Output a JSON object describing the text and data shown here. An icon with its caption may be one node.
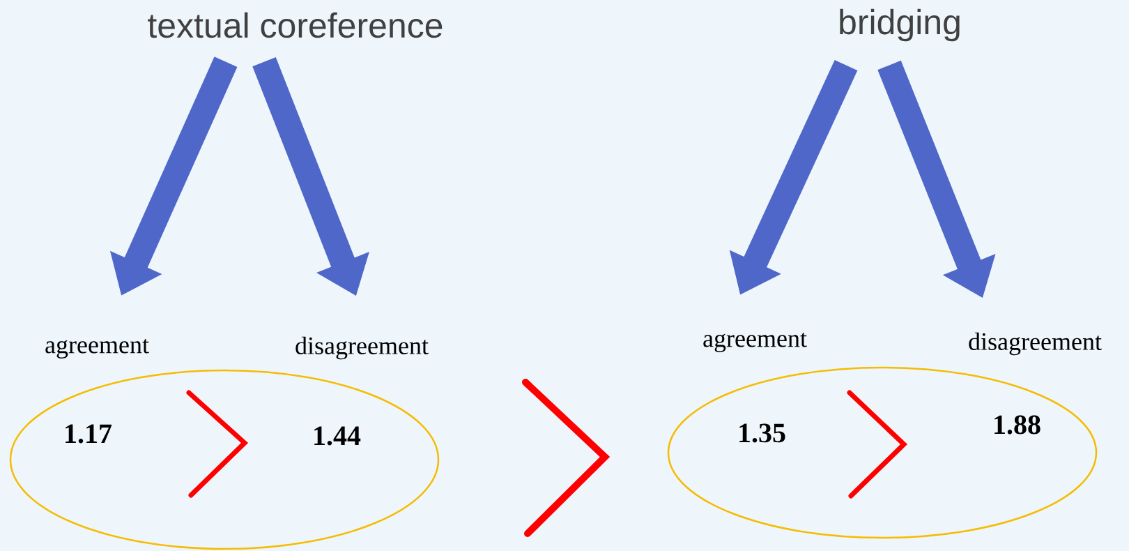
{
  "diagram": {
    "nodes": [
      {
        "text": [
          "textual coreference"
        ]
      },
      {
        "text": [
          "bridging"
        ]
      },
      {
        "text": [
          "agreement"
        ]
      },
      {
        "text": [
          "disagreement"
        ]
      },
      {
        "text": [
          "agreement"
        ]
      },
      {
        "text": [
          "disagreement"
        ]
      },
      {
        "text": [
          "1.17",
          "1.44"
        ]
      },
      {
        "text": [
          "1.35",
          "1.88"
        ]
      }
    ],
    "edges": [
      {
        "from": 0,
        "to": 2,
        "arrow": "to"
      },
      {
        "from": 0,
        "to": 3,
        "arrow": "to"
      },
      {
        "from": 1,
        "to": 4,
        "arrow": "to"
      },
      {
        "from": 1,
        "to": 5,
        "arrow": "to"
      }
    ]
  }
}
